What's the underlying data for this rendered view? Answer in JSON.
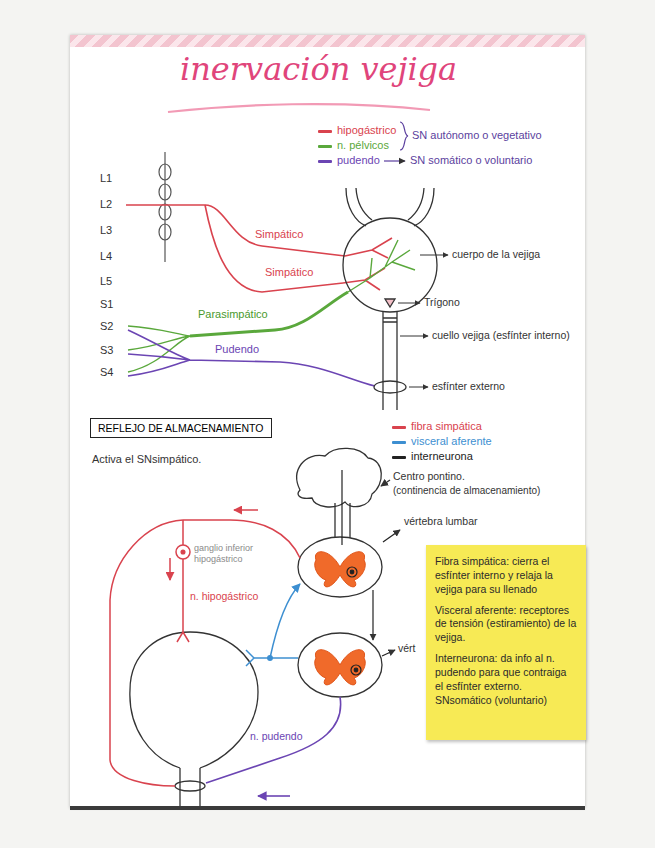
{
  "diagram": {
    "title": "inervación vejiga",
    "nodes": [
      {
        "text": [
          "REFLEJO DE ALMACENAMIENTO"
        ]
      },
      {
        "text": [
          "Fibra simpática: cierra el esfínter interno y relaja la vejiga para su llenado",
          "Visceral aferente: receptores de tensión (estiramiento) de la vejiga.",
          "Interneurona: da info al n. pudendo para que contraiga el esfínter externo. SNsomático (voluntario)"
        ]
      }
    ],
    "labels": [
      "SN autónomo o vegetativo",
      "SN somático o voluntario",
      "L1",
      "L2",
      "L3",
      "L4",
      "L5",
      "S1",
      "S2",
      "S3",
      "S4",
      "Simpático",
      "Simpático",
      "Parasimpático",
      "Pudendo",
      "cuerpo de la vejiga",
      "Trígono",
      "cuello vejiga (esfínter interno)",
      "esfínter externo",
      "Activa el SNsimpático.",
      "Centro pontino.",
      "(continencia de almacenamiento)",
      "vértebra lumbar",
      "vért",
      "ganglio inferior hipogástrico",
      "n. hipogástrico",
      "n. pudendo"
    ],
    "legend": [
      {
        "text": "hipogástrico",
        "color": "#d9434e"
      },
      {
        "text": "n. pélvicos",
        "color": "#5aa83c"
      },
      {
        "text": "pudendo",
        "color": "#6b45b3"
      },
      {
        "text": "fibra simpática",
        "color": "#d9434e"
      },
      {
        "text": "visceral aferente",
        "color": "#3d8fd1"
      },
      {
        "text": "interneurona",
        "color": "#222222"
      }
    ]
  }
}
